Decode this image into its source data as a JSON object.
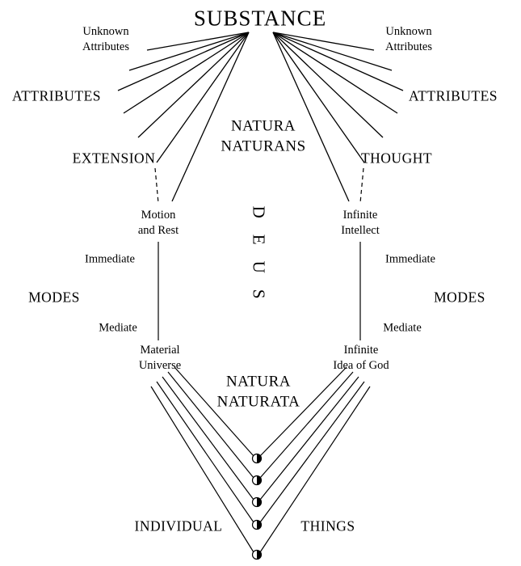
{
  "diagram": {
    "substance": "SUBSTANCE",
    "natura_naturans": "NATURA\nNATURANS",
    "deus": "DEUS",
    "natura_naturata": "NATURA\nNATURATA",
    "left": {
      "unknown_attributes": "Unknown\nAttributes",
      "attributes": "ATTRIBUTES",
      "extension": "EXTENSION",
      "motion_and_rest": "Motion\nand Rest",
      "immediate": "Immediate",
      "modes": "MODES",
      "mediate": "Mediate",
      "material_universe": "Material\nUniverse"
    },
    "right": {
      "unknown_attributes": "Unknown\nAttributes",
      "attributes": "ATTRIBUTES",
      "thought": "THOUGHT",
      "infinite_intellect": "Infinite\nIntellect",
      "immediate": "Immediate",
      "modes": "MODES",
      "mediate": "Mediate",
      "infinite_idea_of_god": "Infinite\nIdea of God"
    },
    "bottom": {
      "individual": "INDIVIDUAL",
      "things": "THINGS"
    },
    "colors": {
      "line": "#000000",
      "background": "#ffffff",
      "text": "#000000"
    }
  }
}
